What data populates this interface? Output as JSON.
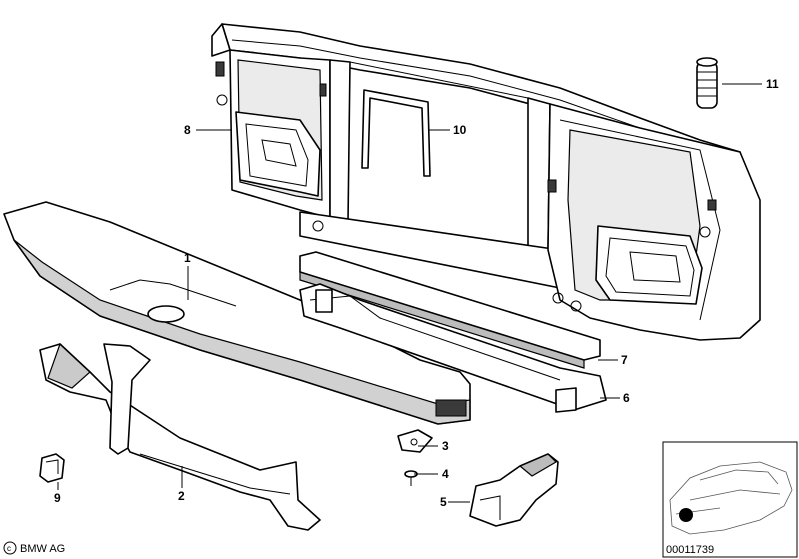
{
  "diagram": {
    "part_numbers": [
      "1",
      "2",
      "3",
      "4",
      "5",
      "6",
      "7",
      "8",
      "9",
      "10",
      "11"
    ],
    "copyright": "BMW AG",
    "drawing_number": "00011739"
  }
}
